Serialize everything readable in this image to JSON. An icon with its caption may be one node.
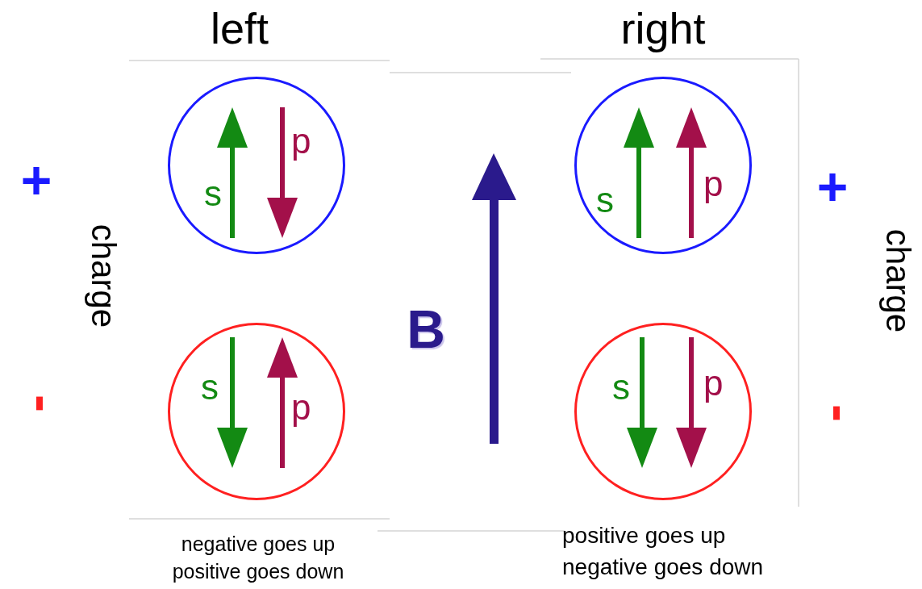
{
  "diagram": {
    "nodes": [
      {
        "text": [
          "s",
          "p"
        ]
      },
      {
        "text": [
          "s",
          "p"
        ]
      },
      {
        "text": [
          "s",
          "p"
        ]
      },
      {
        "text": [
          "s",
          "p"
        ]
      }
    ],
    "edges": [],
    "labels": [
      "left",
      "right",
      "+",
      "+",
      "charge",
      "charge",
      "B",
      "-",
      "-",
      "negative goes up",
      "positive goes down",
      "positive goes up",
      "negative goes down"
    ]
  }
}
